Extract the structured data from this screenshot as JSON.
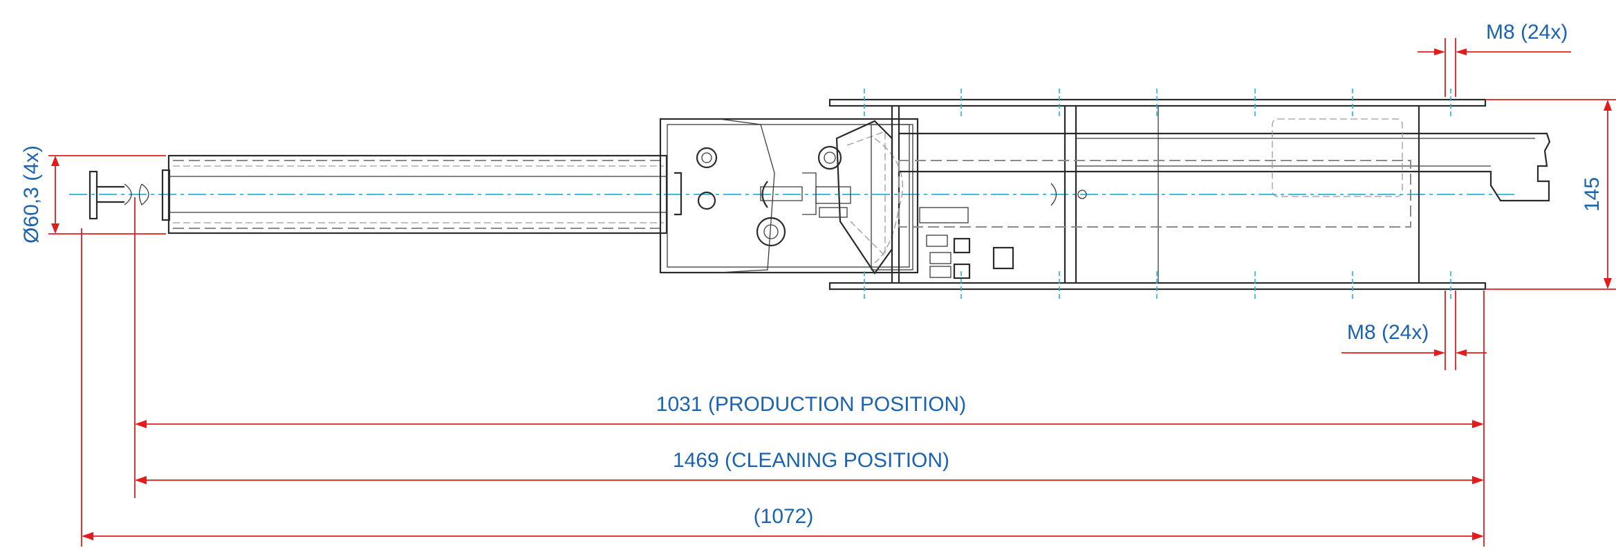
{
  "dimensions": {
    "thread_top": "M8 (24x)",
    "thread_bottom": "M8 (24x)",
    "height": "145",
    "diameter": "Ø60,3 (4x)",
    "production": "1031 (PRODUCTION POSITION)",
    "cleaning": "1469 (CLEANING POSITION)",
    "overall": "(1072)"
  },
  "colors": {
    "dimension_text": "#1a63b0",
    "dimension_line": "#e31b1b",
    "center_line": "#22b8d6",
    "outline": "#2a2a2a",
    "hidden_line": "#8a8a8a"
  }
}
